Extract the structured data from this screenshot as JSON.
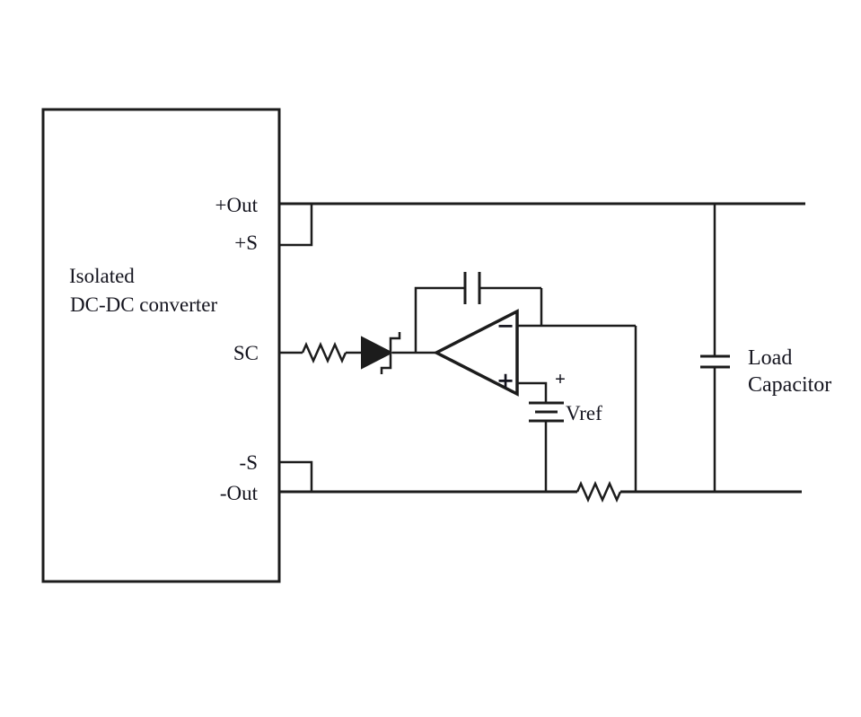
{
  "colors": {
    "line": "#1c1c1c",
    "text": "#14141e",
    "background": "#ffffff"
  },
  "converter": {
    "label_line1": "Isolated",
    "label_line2": "DC-DC converter",
    "pins": {
      "pos_out": "+Out",
      "pos_sense": "+S",
      "signal_control": "SC",
      "neg_sense": "-S",
      "neg_out": "-Out"
    }
  },
  "opamp": {
    "inverting_label": "−",
    "noninverting_label": "+"
  },
  "vref": {
    "polarity": "+",
    "label": "Vref"
  },
  "load_capacitor": {
    "label_line1": "Load",
    "label_line2": "Capacitor"
  }
}
